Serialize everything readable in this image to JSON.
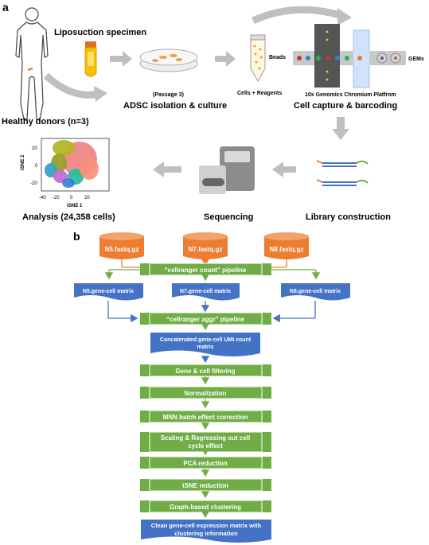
{
  "panel_a": {
    "label": "a",
    "donors": "Healthy donors (n=3)",
    "specimen": "Liposuction specimen",
    "passage": "(Passage 3)",
    "isolation": "ADSC isolation & culture",
    "beads": "Beads",
    "cells_reagents": "Cells + Reagents",
    "platform": "10x Genomics Chromium Platfrom",
    "gems": "GEMs",
    "capture": "Cell capture & barcoding",
    "library": "Library construction",
    "sequencing": "Sequencing",
    "analysis": "Analysis (24,358 cells)",
    "tsne": {
      "ylabel": "tSNE 2",
      "xlabel": "tSNE 1",
      "xticks": [
        "-40",
        "-20",
        "0",
        "20"
      ],
      "yticks": [
        "20",
        "0",
        "-20"
      ]
    }
  },
  "panel_b": {
    "label": "b",
    "inputs": [
      "N5.fastq.gz",
      "N7.fastq.gz",
      "N8.fastq.gz"
    ],
    "count_pipeline": "“cellranger count”  pipeline",
    "matrices": [
      "N5.gene-cell matrix",
      "N7.gene-cell matrix",
      "N8.gene-cell matrix"
    ],
    "aggr_pipeline": "“cellranger aggr”  pipeline",
    "concat_line1": "Concatenated gene-cell UMI count",
    "concat_line2": "matrix",
    "steps": [
      "Gene & cell filtering",
      "Normalization",
      "MNN batch effect correction",
      "Scaling & Regressing out  cell",
      "cycle effect",
      "PCA reduction",
      "tSNE reduction",
      "Graph-based clustering"
    ],
    "final_line1": "Clean gene-cell expression matrix with",
    "final_line2": "clustering information"
  },
  "colors": {
    "orange": "#ed7d31",
    "green": "#70ad47",
    "blue": "#4472c4",
    "grey_arrow": "#bfbfbf"
  }
}
